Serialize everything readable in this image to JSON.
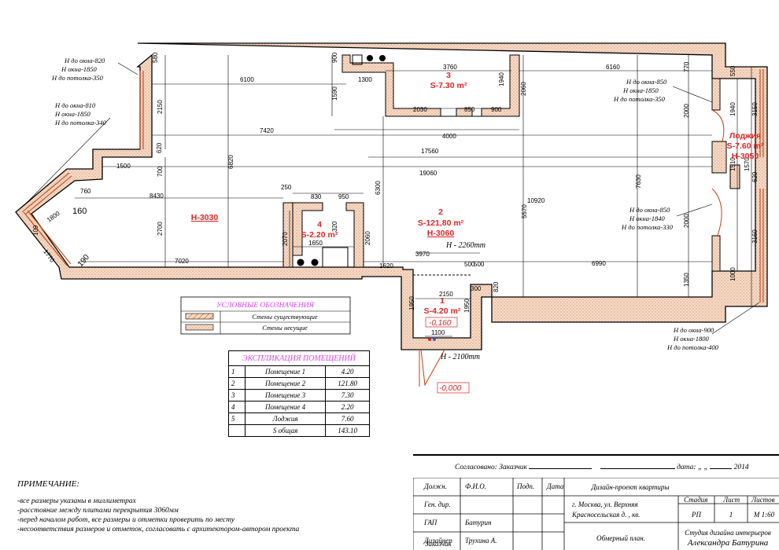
{
  "rooms": {
    "r1": {
      "num": "1",
      "area": "S-4.20 m²"
    },
    "r2": {
      "num": "2",
      "area": "S-121,80 m²",
      "height": "H-3060"
    },
    "r3": {
      "num": "3",
      "area": "S-7.30 m²"
    },
    "r4": {
      "num": "4",
      "area": "S-2.20 m²"
    },
    "loggia": {
      "name": "Лоджия",
      "area": "S-7.60 m²",
      "height": "H-3050"
    },
    "h3030": "H-3030"
  },
  "labels": {
    "h2260": "H - 2260mm",
    "h2100": "H - 2100mm",
    "mark_016": "-0,160",
    "mark_000": "-0,000"
  },
  "window_notes": [
    [
      "H до окна-820",
      "H окна-1850",
      "H до потолка-350"
    ],
    [
      "H до окна-810",
      "H окна-1850",
      "H до потолка-340"
    ],
    [
      "H до окна-850",
      "H окна-1850",
      "H до потолка-350"
    ],
    [
      "H до окна-850",
      "H окна-1840",
      "H до потолка-330"
    ],
    [
      "H до окна-900",
      "H окна-1800",
      "H до потолка-400"
    ]
  ],
  "dims": {
    "d580": "580",
    "d6100": "6100",
    "d2150a": "2150",
    "d620a": "620",
    "d7420": "7420",
    "d1500": "1500",
    "d700": "700",
    "d6820": "6820",
    "d760": "760",
    "d8430": "8430",
    "d2700": "2700",
    "d7020": "7020",
    "d1800": "1800",
    "d160": "160",
    "d109": "109",
    "d1770": "1770",
    "d190": "190",
    "d17560": "17560",
    "d19060": "19060",
    "d6300": "6300",
    "d250": "250",
    "d830": "830",
    "d950": "950",
    "d2070": "2070",
    "d320": "320",
    "d1650": "1650",
    "d2060a": "2060",
    "d1620": "1620",
    "d3970": "3970",
    "d500a": "500",
    "d500b": "500",
    "d820": "820",
    "d2150b": "2150",
    "d300": "300",
    "d1950": "1950",
    "d1100": "1100",
    "d900": "900",
    "d1300": "1300",
    "d1590": "1590",
    "d3760": "3760",
    "d1940a": "1940",
    "d2060b": "2060",
    "d2030": "2030",
    "d850": "850",
    "d900b": "900",
    "d4000": "4000",
    "d5570": "5570",
    "d10920": "10920",
    "d6160": "6160",
    "d770": "770",
    "d2000a": "2000",
    "d7630": "7630",
    "d6990": "6990",
    "d2000b": "2000",
    "d1350": "1350",
    "d550": "550",
    "d1940b": "1940",
    "d3150": "3150",
    "d1510": "1510",
    "d1570": "1570",
    "d620b": "620",
    "d3160": "3160",
    "d1000": "1000"
  },
  "legend": {
    "title": "УСЛОВНЫЕ ОБОЗНАЧЕНИЯ",
    "rows": [
      "Стены существующие",
      "Стены несущие"
    ]
  },
  "explication": {
    "title": "ЭКСПЛИКАЦИЯ ПОМЕЩЕНИЙ",
    "rows": [
      [
        "1",
        "Помещение 1",
        "4.20"
      ],
      [
        "2",
        "Помещение 2",
        "121.80"
      ],
      [
        "3",
        "Помещение 3",
        "7.30"
      ],
      [
        "4",
        "Помещение 4",
        "2.20"
      ],
      [
        "5",
        "Лоджия",
        "7.60"
      ],
      [
        "",
        "S общая",
        "143.10"
      ]
    ]
  },
  "approval": {
    "agreed": "Согласовано: Заказчик",
    "date": "дата: „   „",
    "year": "2014"
  },
  "notes": {
    "title": "ПРИМЕЧАНИЕ:",
    "lines": [
      "-все размеры указаны в миллиметрах",
      "-расстояние между плитами перекрытия 3060мм",
      "-перед началом работ, все размеры и отметки проверить по месту",
      "-несоответствия размеров и отметок, согласовать с архитектором-автором проекта"
    ]
  },
  "stamp": {
    "h_role": "Должн.",
    "h_name": "Ф.И.О.",
    "h_sign": "Подп.",
    "h_date": "Дата",
    "roles": [
      "Ген. дир.",
      "ГАП",
      "Дизайнер",
      "Заказчик"
    ],
    "names": [
      "",
      "Батурин",
      "Трухина А.",
      ""
    ],
    "project": "Дизайн-проект квартиры",
    "address1": "г. Москва, ул. Верхняя",
    "address2": "Красносельская д.       , кв.",
    "stage_h": "Стадия",
    "sheet_h": "Лист",
    "sheets_h": "Листов",
    "stage": "РП",
    "sheet": "1",
    "scale": "М 1:60",
    "sheet_title": "Обмерный план.",
    "studio1": "Студия дизайна интерьеров",
    "studio2": "Александра Батурина"
  }
}
